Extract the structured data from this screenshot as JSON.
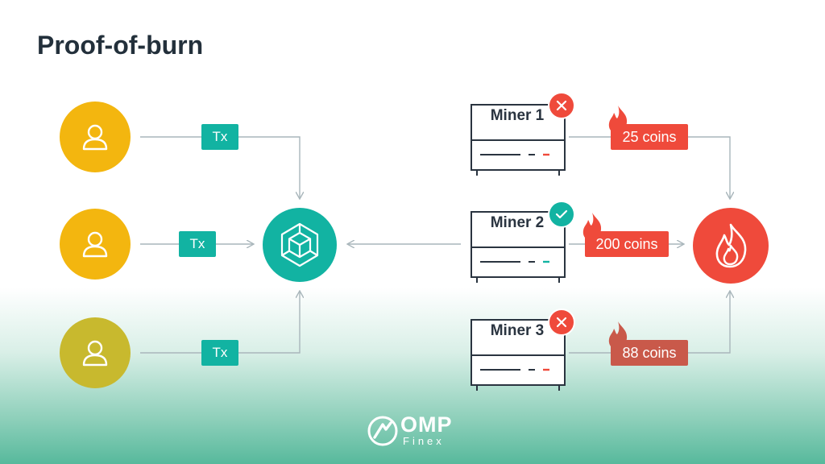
{
  "title": "Proof-of-burn",
  "icons": {
    "user": "user-icon",
    "blockchain": "cube-icon",
    "success": "check-icon",
    "failure": "close-icon",
    "burn": "fire-icon",
    "logo": "omp-logo-icon"
  },
  "users": [
    {
      "color": "#f3b60f"
    },
    {
      "color": "#f3b60f"
    },
    {
      "color": "#c8b92e"
    }
  ],
  "transactions": [
    "Tx",
    "Tx",
    "Tx"
  ],
  "miners": [
    {
      "label": "Miner 1",
      "status": "rejected",
      "burn": "25 coins",
      "burn_color": "#ef4a3b",
      "indicator_color": "#ef4a3b"
    },
    {
      "label": "Miner 2",
      "status": "selected",
      "burn": "200 coins",
      "burn_color": "#ef4a3b",
      "indicator_color": "#12b3a2"
    },
    {
      "label": "Miner 3",
      "status": "rejected",
      "burn": "88 coins",
      "burn_color": "#c9594a",
      "indicator_color": "#ef4a3b"
    }
  ],
  "colors": {
    "accent": "#12b3a2",
    "burn": "#ef4a3b",
    "reject": "#ef4a3b",
    "success": "#12b3a2",
    "user": "#f3b60f",
    "text": "#23303b"
  },
  "logo": {
    "name": "OMP",
    "sub": "Finex"
  }
}
